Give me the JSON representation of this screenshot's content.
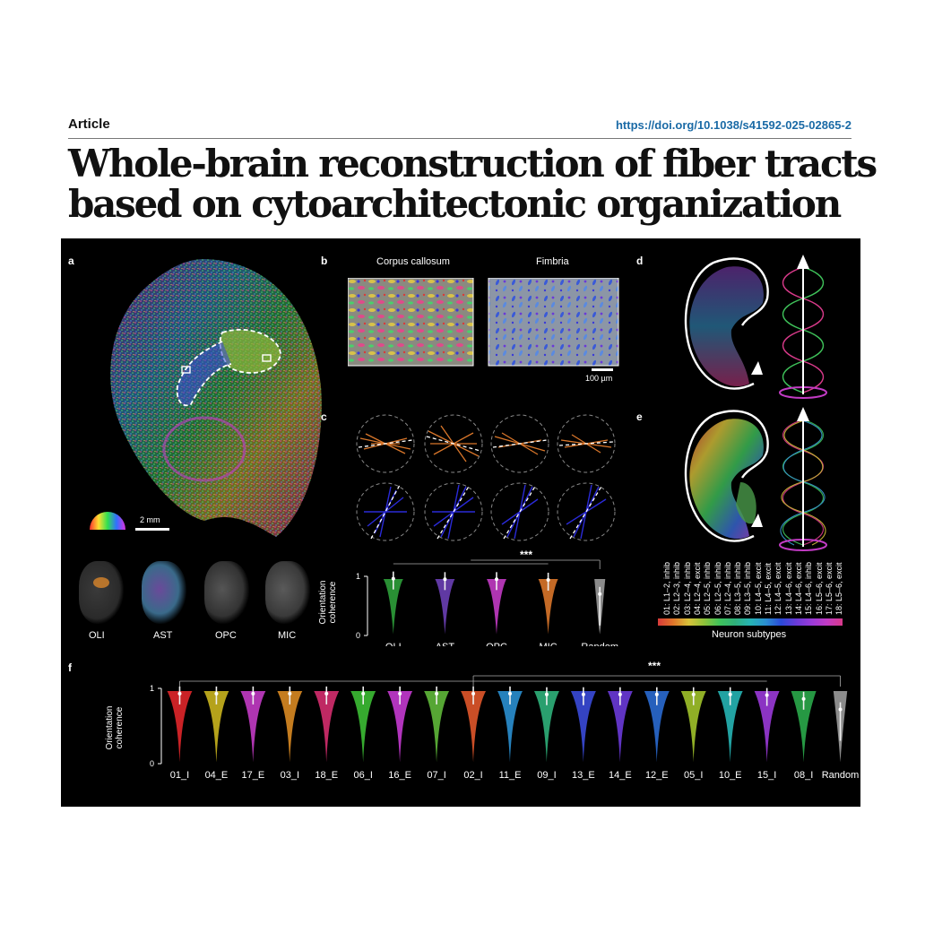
{
  "header": {
    "article_label": "Article",
    "doi": "https://doi.org/10.1038/s41592-025-02865-2",
    "title_line1": "Whole-brain reconstruction of fiber tracts",
    "title_line2": "based on cytoarchitectonic organization"
  },
  "figure": {
    "panel_a": {
      "letter": "a",
      "scale_bar": "2 mm",
      "cell_types": [
        "OLI",
        "AST",
        "OPC",
        "MIC"
      ]
    },
    "panel_b": {
      "letter": "b",
      "titles": [
        "Corpus callosum",
        "Fimbria"
      ],
      "scale_bar": "100 µm"
    },
    "panel_c": {
      "letter": "c",
      "ylabel_line1": "Orientation",
      "ylabel_line2": "coherence",
      "significance": "***"
    },
    "panel_d": {
      "letter": "d"
    },
    "panel_e": {
      "letter": "e",
      "subtypes": [
        "01: L1–2, inhib",
        "02: L2–3, inhib",
        "03: L2–4, inhib",
        "04: L2–4, excit",
        "05: L2–5, inhib",
        "06: L2–5, inhib",
        "07: L2–4, inhib",
        "08: L3–5, inhib",
        "09: L3–5, inhib",
        "10: L4–5, excit",
        "11: L4–5, excit",
        "12: L4–5, excit",
        "13: L4–6, excit",
        "14: L4–6, excit",
        "15: L4–6, inhib",
        "16: L5–6, excit",
        "17: L5–6, excit",
        "18: L5–6, excit"
      ],
      "colorbar_label": "Neuron subtypes"
    },
    "panel_f": {
      "letter": "f",
      "ylabel_line1": "Orientation",
      "ylabel_line2": "coherence",
      "significance": "***"
    }
  },
  "chart_data": [
    {
      "type": "violin",
      "panel": "c",
      "categories": [
        "OLI",
        "AST",
        "OPC",
        "MIC",
        "Random"
      ],
      "colors": [
        "#2e9e3a",
        "#6a3fb5",
        "#c23bc4",
        "#d9762a",
        "#9a9a9a"
      ],
      "medians": [
        0.96,
        0.95,
        0.95,
        0.94,
        0.7
      ],
      "ylabel": "Orientation coherence",
      "ylim": [
        0,
        1
      ],
      "yticks": [
        "0",
        "1"
      ]
    },
    {
      "type": "violin",
      "panel": "f",
      "categories": [
        "01_I",
        "04_E",
        "17_E",
        "03_I",
        "18_E",
        "06_I",
        "16_E",
        "07_I",
        "02_I",
        "11_E",
        "09_I",
        "13_E",
        "14_E",
        "12_E",
        "05_I",
        "10_E",
        "15_I",
        "08_I",
        "Random"
      ],
      "colors": [
        "#e0262a",
        "#c9b41e",
        "#c23bc4",
        "#d98a22",
        "#d42d6e",
        "#3cbc34",
        "#c43ad0",
        "#5fb83a",
        "#e0562a",
        "#2a8fd0",
        "#2fb07a",
        "#3a4ad8",
        "#6a3ad8",
        "#2a6ad0",
        "#a0c22a",
        "#26b4b4",
        "#9a3ad8",
        "#2aa84a",
        "#9a9a9a"
      ],
      "medians": [
        0.93,
        0.93,
        0.93,
        0.93,
        0.93,
        0.93,
        0.93,
        0.93,
        0.93,
        0.93,
        0.92,
        0.92,
        0.92,
        0.92,
        0.92,
        0.92,
        0.91,
        0.86,
        0.72
      ],
      "ylabel": "Orientation coherence",
      "ylim": [
        0,
        1
      ],
      "yticks": [
        "0",
        "1"
      ]
    }
  ]
}
